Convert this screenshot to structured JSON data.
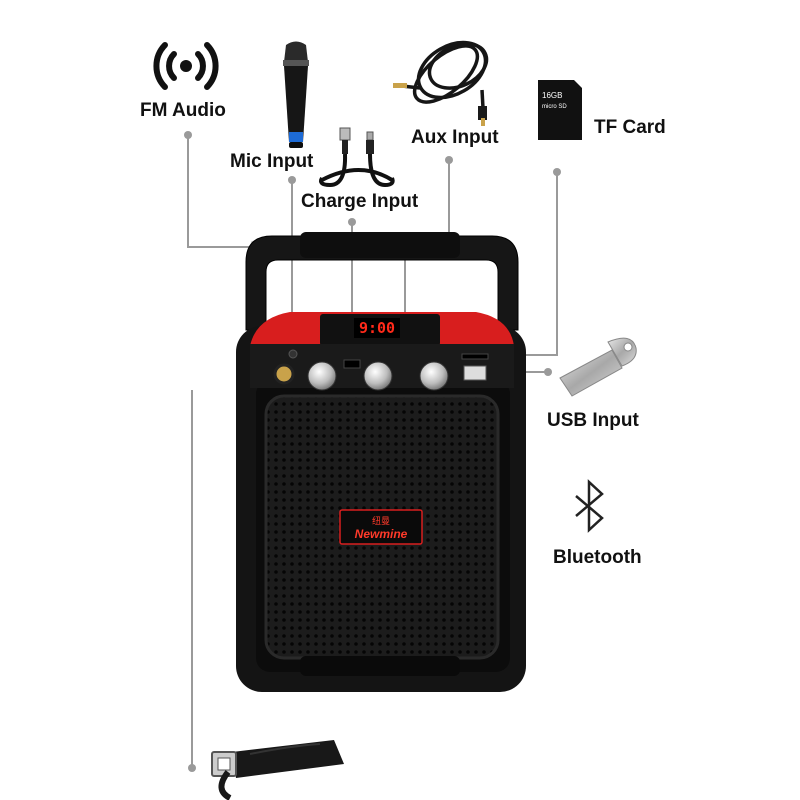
{
  "labels": {
    "fm_audio": "FM Audio",
    "mic_input": "Mic Input",
    "charge_input": "Charge Input",
    "aux_input": "Aux Input",
    "tf_card": "TF Card",
    "usb_input": "USB Input",
    "bluetooth": "Bluetooth"
  },
  "speaker": {
    "display_time": "9:00",
    "brand_cn": "纽曼",
    "brand": "Newmine"
  },
  "tf_card": {
    "capacity": "16GB"
  },
  "colors": {
    "accent_red": "#d81e1e",
    "body_black": "#141414",
    "leader_line": "#9a9a9a"
  }
}
